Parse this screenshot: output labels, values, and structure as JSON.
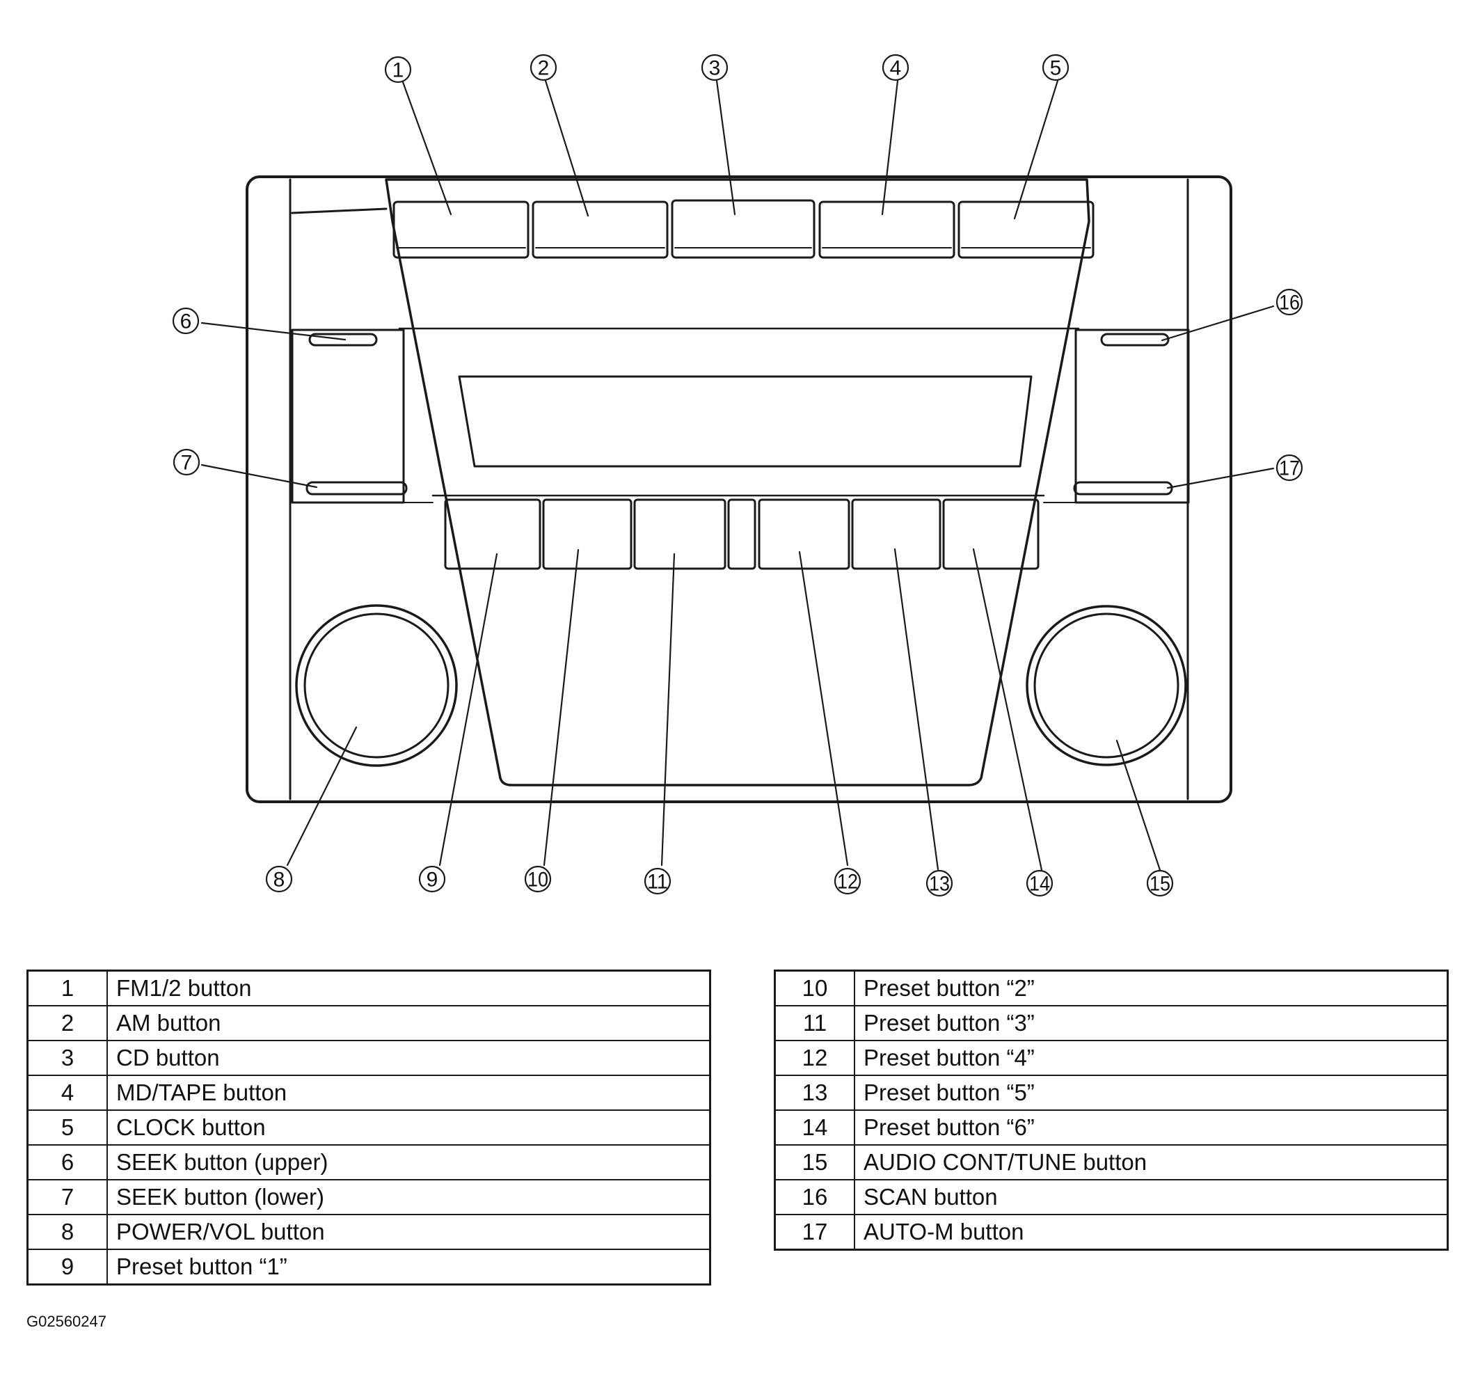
{
  "callouts": [
    "1",
    "2",
    "3",
    "4",
    "5",
    "6",
    "7",
    "8",
    "9",
    "10",
    "11",
    "12",
    "13",
    "14",
    "15",
    "16",
    "17"
  ],
  "legend": {
    "left": [
      {
        "num": "1",
        "label": "FM1/2 button"
      },
      {
        "num": "2",
        "label": "AM button"
      },
      {
        "num": "3",
        "label": "CD button"
      },
      {
        "num": "4",
        "label": "MD/TAPE button"
      },
      {
        "num": "5",
        "label": "CLOCK button"
      },
      {
        "num": "6",
        "label": "SEEK button (upper)"
      },
      {
        "num": "7",
        "label": "SEEK button (lower)"
      },
      {
        "num": "8",
        "label": "POWER/VOL button"
      },
      {
        "num": "9",
        "label": "Preset button “1”"
      }
    ],
    "right": [
      {
        "num": "10",
        "label": "Preset button “2”"
      },
      {
        "num": "11",
        "label": "Preset button “3”"
      },
      {
        "num": "12",
        "label": "Preset button “4”"
      },
      {
        "num": "13",
        "label": "Preset button “5”"
      },
      {
        "num": "14",
        "label": "Preset button “6”"
      },
      {
        "num": "15",
        "label": "AUDIO CONT/TUNE button"
      },
      {
        "num": "16",
        "label": "SCAN button"
      },
      {
        "num": "17",
        "label": "AUTO-M button"
      }
    ]
  },
  "figure_id": "G02560247"
}
